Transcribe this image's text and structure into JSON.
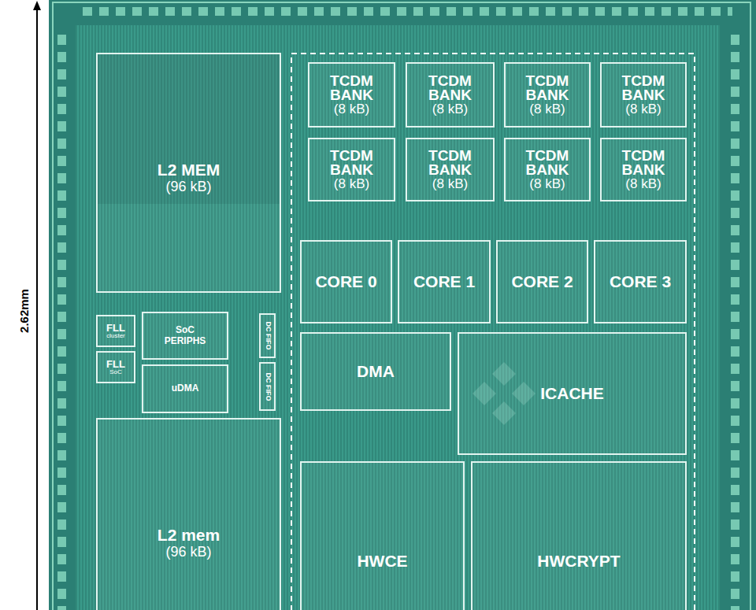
{
  "diagram": {
    "nodes": [
      {
        "text": [
          "L2 MEM",
          "(96 kB)"
        ]
      },
      {
        "text": [
          "TCDM BANK",
          "(8 kB)"
        ]
      },
      {
        "text": [
          "TCDM BANK",
          "(8 kB)"
        ]
      },
      {
        "text": [
          "TCDM BANK",
          "(8 kB)"
        ]
      },
      {
        "text": [
          "TCDM BANK",
          "(8 kB)"
        ]
      },
      {
        "text": [
          "TCDM BANK",
          "(8 kB)"
        ]
      },
      {
        "text": [
          "TCDM BANK",
          "(8 kB)"
        ]
      },
      {
        "text": [
          "TCDM BANK",
          "(8 kB)"
        ]
      },
      {
        "text": [
          "TCDM BANK",
          "(8 kB)"
        ]
      },
      {
        "text": [
          "CORE 0"
        ]
      },
      {
        "text": [
          "CORE 1"
        ]
      },
      {
        "text": [
          "CORE 2"
        ]
      },
      {
        "text": [
          "CORE 3"
        ]
      },
      {
        "text": [
          "FLL",
          "cluster"
        ]
      },
      {
        "text": [
          "FLL",
          "SoC"
        ]
      },
      {
        "text": [
          "SoC PERIPHS"
        ]
      },
      {
        "text": [
          "uDMA"
        ]
      },
      {
        "text": [
          "DC FIFO"
        ]
      },
      {
        "text": [
          "DC FIFO"
        ]
      },
      {
        "text": [
          "DMA"
        ]
      },
      {
        "text": [
          "ICACHE"
        ]
      },
      {
        "text": [
          "L2 mem",
          "(96 kB)"
        ]
      },
      {
        "text": [
          "HWCE"
        ]
      },
      {
        "text": [
          "HWCRYPT"
        ]
      }
    ],
    "labels": [
      "2.62mm"
    ]
  }
}
